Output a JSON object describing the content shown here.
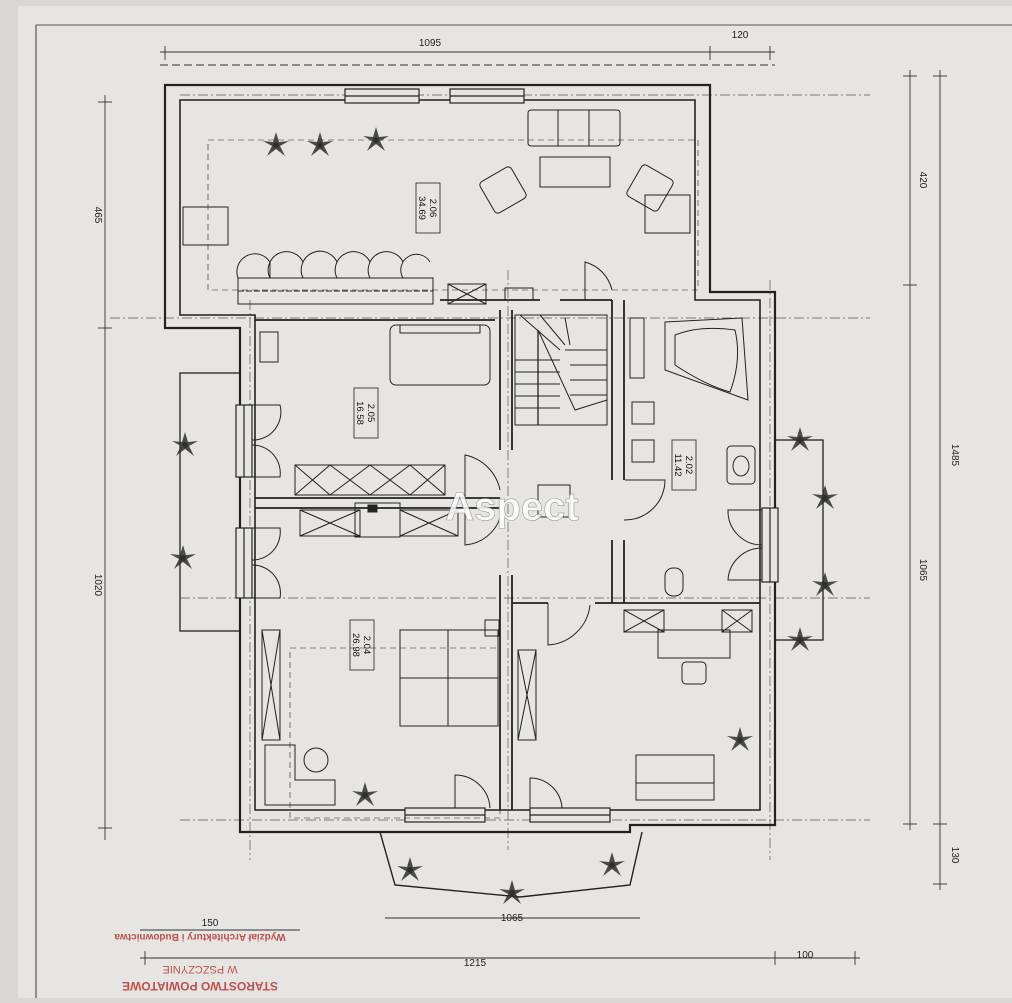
{
  "plan": {
    "dimensions": {
      "top_width": "1095",
      "top_right": "120",
      "left_top": "465",
      "left_main": "1020",
      "right_top": "420",
      "right_total": "1485",
      "right_mid": "1065",
      "right_bottom": "130",
      "bottom_bay": "1065",
      "bottom_left": "150",
      "bottom_total": "1215",
      "bottom_right": "100"
    },
    "rooms": [
      {
        "number": "2.06",
        "area": "34.69"
      },
      {
        "number": "2.05",
        "area": "16.58"
      },
      {
        "number": "2.02",
        "area": "11.42"
      },
      {
        "number": "2.04",
        "area": "26.98"
      }
    ]
  },
  "watermark": "Aspect",
  "stamp": {
    "line1": "STAROSTWO POWIATOWE",
    "line2": "W PSZCZYNIE",
    "line3": "Wydział Architektury i Budownictwa"
  },
  "colors": {
    "paper": "#e6e5e1",
    "ink": "#2f2f2f",
    "stamp": "#c0504d"
  }
}
